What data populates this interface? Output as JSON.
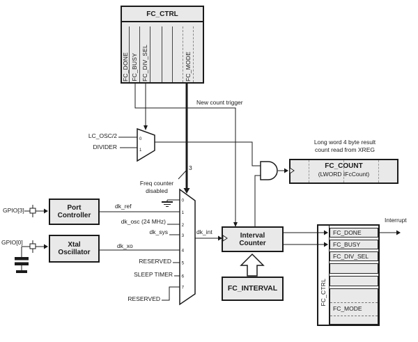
{
  "colors": {
    "box_fill": "#e9e9e9",
    "line": "#1a1a1a",
    "background": "#ffffff"
  },
  "top_register": {
    "title": "FC_CTRL",
    "bits": [
      "FC_DONE",
      "FC_BUSY",
      "FC_DIV_SEL",
      "FC_MODE"
    ]
  },
  "ref_mux": {
    "input0": "LC_OSC/2",
    "input1": "DIVIDER",
    "sel0": "0",
    "sel1": "1"
  },
  "notes": {
    "new_count_trigger": "New count trigger",
    "bus_width": "3",
    "freq_disabled_1": "Freq counter",
    "freq_disabled_2": "disabled",
    "fc_count_note_1": "Long word 4 byte result",
    "fc_count_note_2": "count read from XREG",
    "interrupt": "Interrupt"
  },
  "fc_count": {
    "title": "FC_COUNT",
    "subtitle": "(LWORD IFcCount)"
  },
  "blocks": {
    "port_controller": "Port Controller",
    "xtal_oscillator": "Xtal Oscillator",
    "interval_counter": "Interval Counter",
    "fc_interval": "FC_INTERVAL"
  },
  "gpio": {
    "gpio3": "GPIO[3]",
    "gpio0": "GPIO[0]"
  },
  "main_mux": {
    "numbers": [
      "0",
      "1",
      "2",
      "3",
      "4",
      "5",
      "6",
      "7"
    ],
    "in1": "dk_ref",
    "in2": "dk_osc (24 MHz)",
    "in3": "dk_sys",
    "in4": "dk_xo",
    "in5": "RESERVED",
    "in6": "SLEEP TIMER",
    "in7": "RESERVED",
    "output": "dk_int"
  },
  "ctrl_stack": {
    "side_label": "FC_CTRL",
    "rows": [
      "FC_DONE",
      "FC_BUSY",
      "FC_DIV_SEL",
      "",
      "",
      "FC_MODE"
    ]
  }
}
